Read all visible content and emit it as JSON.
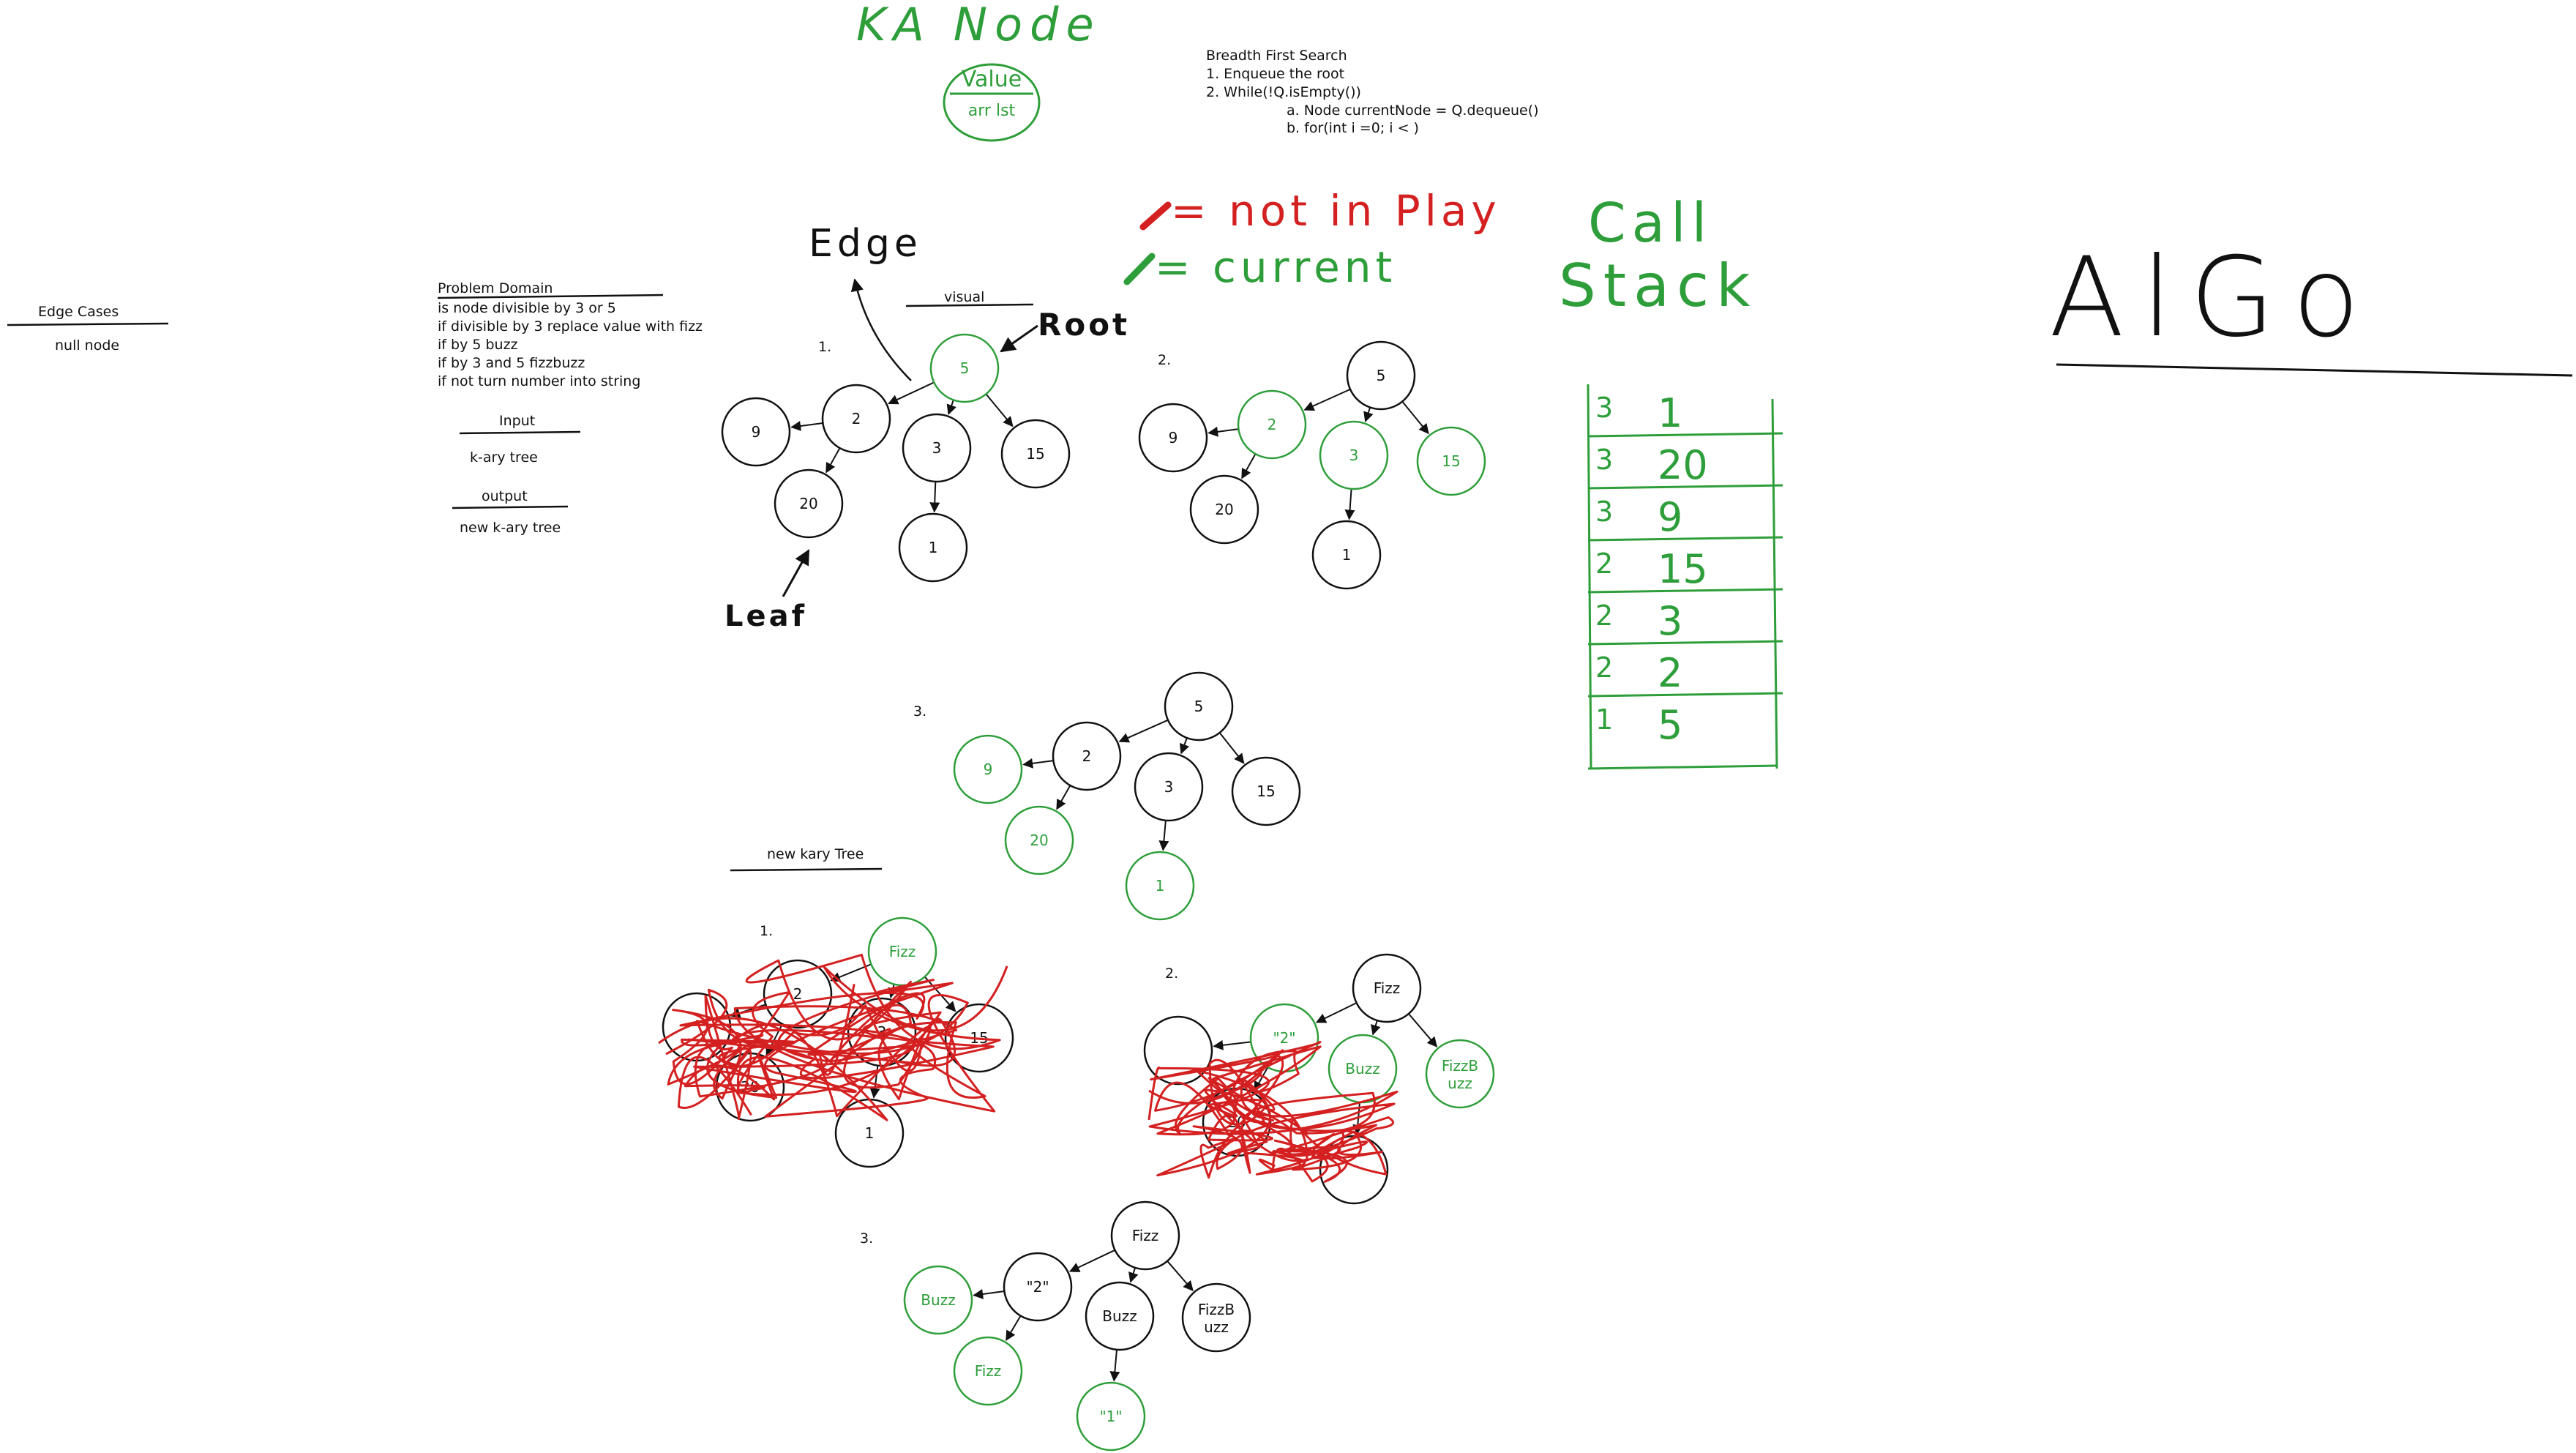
{
  "colors": {
    "ink": "#111111",
    "green": "#2e9e3a",
    "red": "#d42020",
    "white": "#ffffff"
  },
  "header": {
    "kary_node": "KA Node",
    "value_box": [
      "Value",
      "arr lst"
    ]
  },
  "bfs": {
    "title": "Breadth First Search",
    "lines": [
      "1. Enqueue the root",
      "2. While(!Q.isEmpty())",
      "a. Node currentNode = Q.dequeue()",
      "b. for(int i =0; i < )"
    ]
  },
  "legend": {
    "not_in_play": "= not in Play",
    "current": "= current"
  },
  "call_stack": {
    "title": [
      "Call",
      "Stack"
    ],
    "rows": [
      {
        "depth": "3",
        "value": "1"
      },
      {
        "depth": "3",
        "value": "20"
      },
      {
        "depth": "3",
        "value": "9"
      },
      {
        "depth": "2",
        "value": "15"
      },
      {
        "depth": "2",
        "value": "3"
      },
      {
        "depth": "2",
        "value": "2"
      },
      {
        "depth": "1",
        "value": "5"
      }
    ]
  },
  "algo": "AlGo",
  "edge_cases": {
    "title": "Edge Cases",
    "items": [
      "null node"
    ]
  },
  "problem_domain": {
    "title": "Problem Domain",
    "lines": [
      "is node divisible by 3 or 5",
      "if divisible by 3 replace value with fizz",
      "if by 5 buzz",
      "if by 3 and 5 fizzbuzz",
      "if not turn number into string"
    ]
  },
  "input": {
    "title": "Input",
    "value": "k-ary tree"
  },
  "output": {
    "title": "output",
    "value": "new k-ary tree"
  },
  "visual": {
    "title": "visual",
    "edge_label": "Edge",
    "root_label": "Root",
    "leaf_label": "Leaf"
  },
  "new_tree_title": "new kary Tree",
  "steps": [
    "1.",
    "2.",
    "3.",
    "1.",
    "2.",
    "3."
  ],
  "trees": [
    {
      "x": [
        5,
        2,
        3,
        15,
        9,
        20,
        1
      ],
      "values": [
        "5",
        "2",
        "3",
        "15",
        "9",
        "20",
        "1"
      ],
      "state": [
        "current",
        "normal",
        "normal",
        "normal",
        "normal",
        "normal",
        "normal"
      ]
    },
    {
      "values": [
        "5",
        "2",
        "3",
        "15",
        "9",
        "20",
        "1"
      ],
      "state": [
        "normal",
        "current",
        "current",
        "current",
        "normal",
        "normal",
        "normal"
      ]
    },
    {
      "values": [
        "5",
        "2",
        "3",
        "15",
        "9",
        "20",
        "1"
      ],
      "state": [
        "normal",
        "normal",
        "normal",
        "normal",
        "current",
        "current",
        "current"
      ]
    },
    {
      "values": [
        "Fizz",
        "2",
        "3",
        "15",
        "20",
        "1",
        ""
      ],
      "state": [
        "current",
        "done",
        "done",
        "done",
        "done",
        "done",
        "done"
      ]
    },
    {
      "values": [
        "Fizz",
        "\"2\"",
        "Buzz",
        "FizzB uzz",
        "",
        "20",
        ""
      ],
      "state": [
        "normal",
        "current",
        "current",
        "current",
        "done",
        "done",
        "done"
      ]
    },
    {
      "values": [
        "Fizz",
        "\"2\"",
        "Buzz",
        "FizzB uzz",
        "Buzz",
        "Fizz",
        "\"1\""
      ],
      "state": [
        "normal",
        "normal",
        "normal",
        "normal",
        "current",
        "current",
        "current"
      ]
    }
  ]
}
